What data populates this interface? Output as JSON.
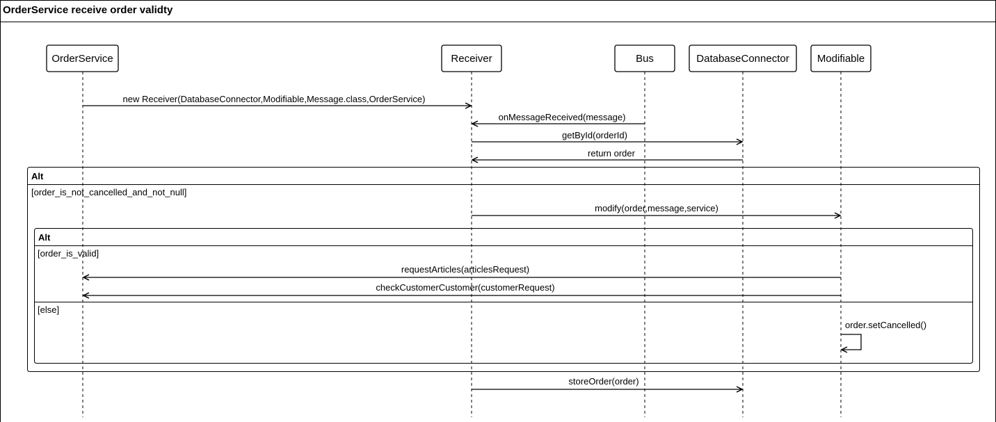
{
  "diagram": {
    "title": "OrderService receive order validty",
    "participants": [
      {
        "id": "order-service",
        "label": "OrderService"
      },
      {
        "id": "receiver",
        "label": "Receiver"
      },
      {
        "id": "bus",
        "label": "Bus"
      },
      {
        "id": "database-connector",
        "label": "DatabaseConnector"
      },
      {
        "id": "modifiable",
        "label": "Modifiable"
      }
    ],
    "messages": [
      {
        "label": "new Receiver(DatabaseConnector,Modifiable,Message.class,OrderService)",
        "from": "OrderService",
        "to": "Receiver"
      },
      {
        "label": "onMessageReceived(message)",
        "from": "Bus",
        "to": "Receiver"
      },
      {
        "label": "getById(orderId)",
        "from": "Receiver",
        "to": "DatabaseConnector"
      },
      {
        "label": "return order",
        "from": "DatabaseConnector",
        "to": "Receiver"
      },
      {
        "label": "modify(order,message,service)",
        "from": "Receiver",
        "to": "Modifiable"
      },
      {
        "label": "requestArticles(articlesRequest)",
        "from": "Modifiable",
        "to": "OrderService"
      },
      {
        "label": "checkCustomerCustomer(customerRequest)",
        "from": "Modifiable",
        "to": "OrderService"
      },
      {
        "label": "order.setCancelled()",
        "from": "Modifiable",
        "to": "Modifiable"
      },
      {
        "label": "storeOrder(order)",
        "from": "Receiver",
        "to": "DatabaseConnector"
      }
    ],
    "fragments": {
      "outer": {
        "kind": "Alt",
        "guard": "[order_is_not_cancelled_and_not_null]"
      },
      "inner": {
        "kind": "Alt",
        "guard": "[order_is_valid]",
        "else_guard": "[else]"
      }
    }
  }
}
